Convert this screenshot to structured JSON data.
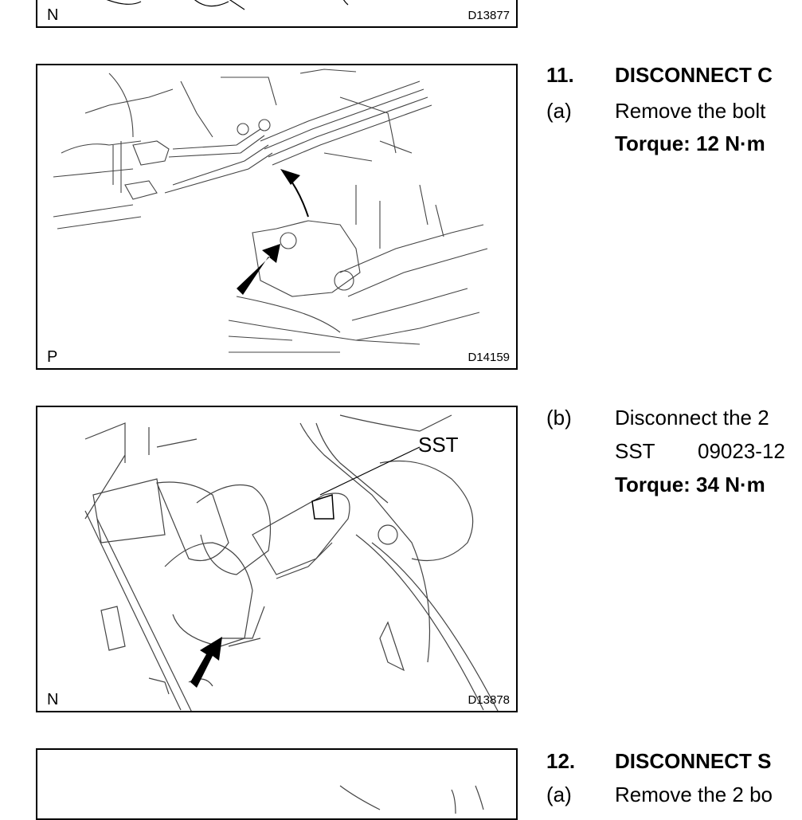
{
  "figures": [
    {
      "letter": "N",
      "code": "D13877"
    },
    {
      "letter": "P",
      "code": "D14159"
    },
    {
      "letter": "N",
      "code": "D13878",
      "callout": "SST"
    },
    {
      "letter": "",
      "code": ""
    }
  ],
  "steps": {
    "s11_num": "11.",
    "s11_title": "DISCONNECT C",
    "s11a_label": "(a)",
    "s11a_text": "Remove the bolt",
    "s11a_torque": "Torque: 12 N·m",
    "s11b_label": "(b)",
    "s11b_text": "Disconnect the 2",
    "s11b_sst_label": "SST",
    "s11b_sst_code": "09023-12",
    "s11b_torque": "Torque: 34 N·m",
    "s12_num": "12.",
    "s12_title": "DISCONNECT S",
    "s12a_label": "(a)",
    "s12a_text": "Remove the 2 bo"
  }
}
